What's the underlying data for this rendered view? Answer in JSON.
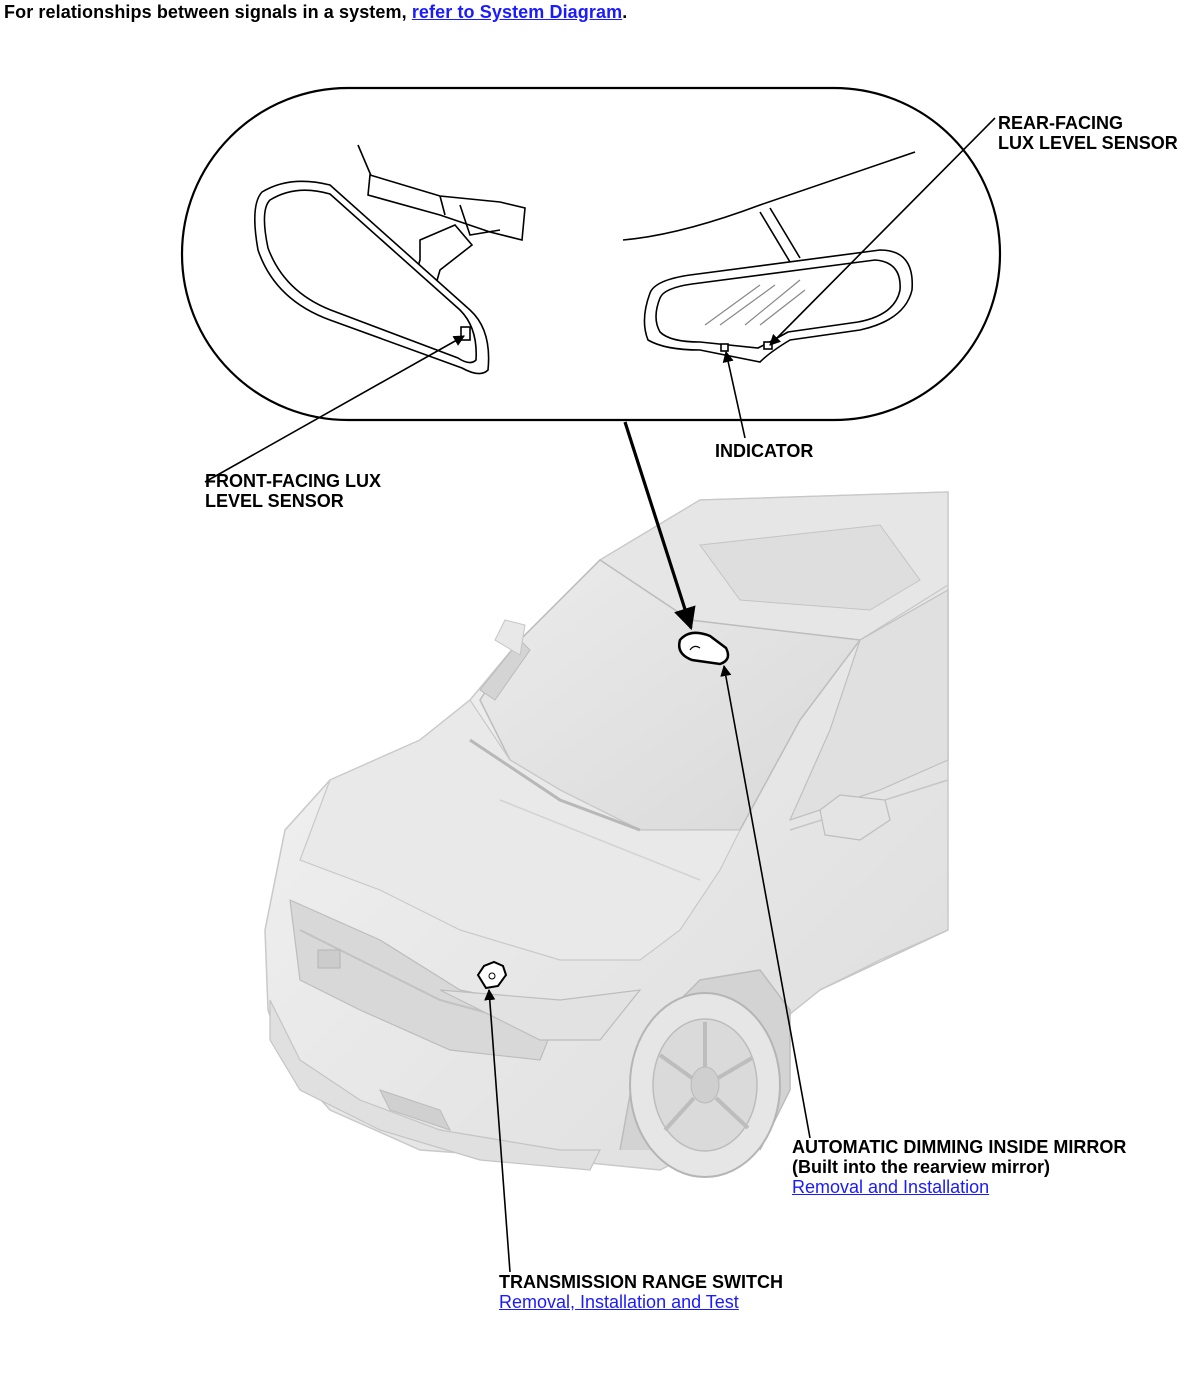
{
  "header": {
    "text": "For relationships between signals in a system, ",
    "link": "refer to System Diagram",
    "end": "."
  },
  "labels": {
    "rear_sensor": {
      "line1": "REAR-FACING",
      "line2": "LUX LEVEL SENSOR"
    },
    "front_sensor": {
      "line1": "FRONT-FACING LUX",
      "line2": "LEVEL SENSOR"
    },
    "indicator": "INDICATOR",
    "mirror": {
      "title": "AUTOMATIC DIMMING INSIDE MIRROR",
      "subtitle": "(Built into the rearview mirror)",
      "link": "Removal and Installation"
    },
    "trs": {
      "title": "TRANSMISSION RANGE SWITCH",
      "link": "Removal, Installation and Test"
    }
  }
}
